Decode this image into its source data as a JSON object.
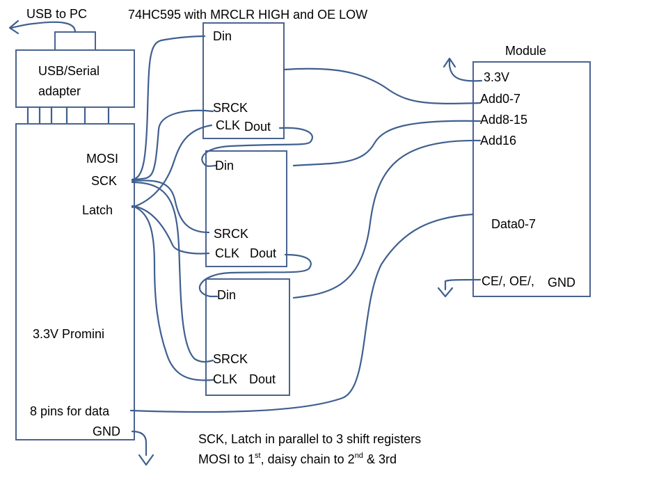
{
  "header": {
    "usb_to_pc": "USB to PC",
    "chip_note": "74HC595 with MRCLR HIGH and OE LOW",
    "module_title": "Module"
  },
  "usb_adapter": {
    "line1": "USB/Serial",
    "line2": "adapter"
  },
  "promini": {
    "mosi": "MOSI",
    "sck": "SCK",
    "latch": "Latch",
    "name": "3.3V Promini",
    "data_pins": "8 pins for data",
    "gnd": "GND"
  },
  "shift_registers": [
    {
      "din": "Din",
      "srck": "SRCK",
      "clk": "CLK",
      "dout": "Dout"
    },
    {
      "din": "Din",
      "srck": "SRCK",
      "clk": "CLK",
      "dout": "Dout"
    },
    {
      "din": "Din",
      "srck": "SRCK",
      "clk": "CLK",
      "dout": "Dout"
    }
  ],
  "module": {
    "v33": "3.3V",
    "add0_7": "Add0-7",
    "add8_15": "Add8-15",
    "add16": "Add16",
    "data0_7": "Data0-7",
    "ce_oe": "CE/, OE/,",
    "gnd": "GND"
  },
  "notes": {
    "line1": "SCK, Latch in parallel to 3 shift registers",
    "line2_a": "MOSI to 1",
    "line2_sup1": "st",
    "line2_b": ",  daisy chain to 2",
    "line2_sup2": "nd",
    "line2_c": " & 3rd"
  }
}
